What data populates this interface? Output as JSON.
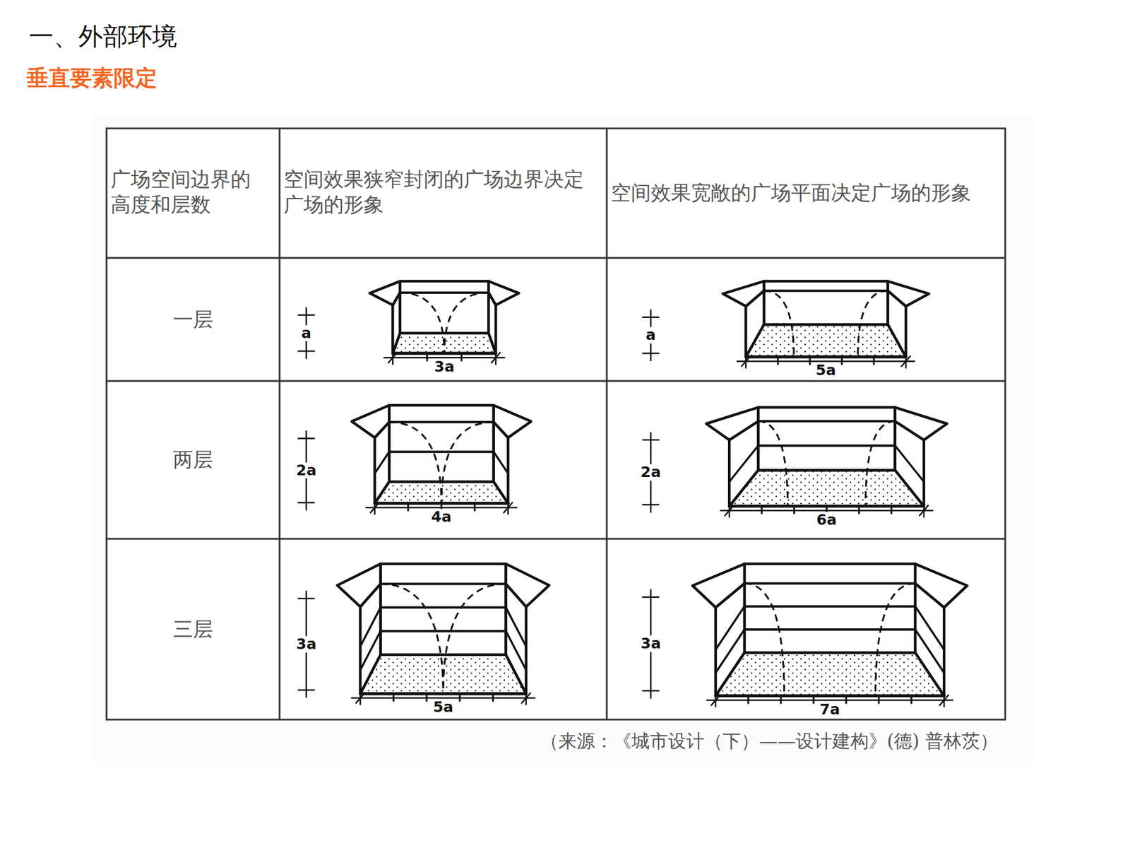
{
  "diagram": {
    "title": "一、外部环境",
    "caption": "（来源：《城市设计（下）——设计建构》(德) 普林茨）",
    "labels": [
      "垂直要素限定",
      "广场空间边界的 高度和层数",
      "空间效果狭窄封闭的广场边界决定 广场的形象",
      "空间效果宽敞的广场平面决定广场的形象",
      "一层",
      "两层",
      "三层",
      "a",
      "3a",
      "a",
      "5a",
      "2a",
      "4a",
      "2a",
      "6a",
      "3a",
      "5a",
      "3a",
      "7a"
    ]
  }
}
